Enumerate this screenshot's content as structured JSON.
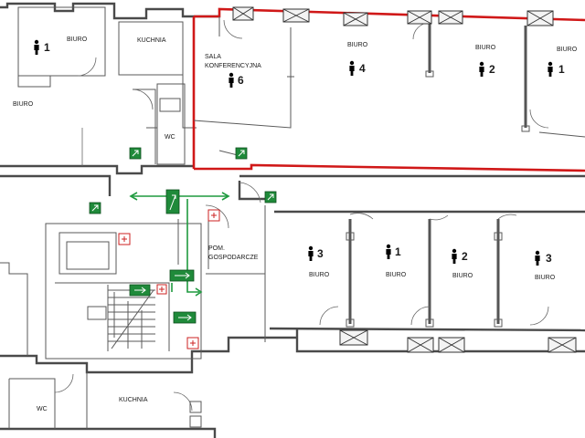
{
  "rooms": {
    "biuro_top_left": {
      "label": "BIURO",
      "count": "1"
    },
    "biuro_left": {
      "label": "BIURO"
    },
    "kuchnia_top": {
      "label": "KUCHNIA"
    },
    "wc_top": {
      "label": "WC"
    },
    "sala": {
      "label_line1": "SALA",
      "label_line2": "KONFERENCYJNA",
      "count": "6"
    },
    "biuro_top_1": {
      "label": "BIURO",
      "count": "4"
    },
    "biuro_top_2": {
      "label": "BIURO",
      "count": "2"
    },
    "biuro_top_3": {
      "label": "BIURO",
      "count": "1"
    },
    "pom": {
      "label_line1": "POM.",
      "label_line2": "GOSPODARCZE"
    },
    "biuro_bot_1": {
      "label": "BIURO",
      "count": "3"
    },
    "biuro_bot_2": {
      "label": "BIURO",
      "count": "1"
    },
    "biuro_bot_3": {
      "label": "BIURO",
      "count": "2"
    },
    "biuro_bot_4": {
      "label": "BIURO",
      "count": "3"
    },
    "wc_bottom": {
      "label": "WC"
    },
    "kuchnia_bottom": {
      "label": "KUCHNIA"
    }
  },
  "colors": {
    "wall": "#4a4a4a",
    "highlight": "#d01818",
    "evacuation": "#1f9a3f",
    "extinguisher": "#cc2222"
  },
  "icons": [
    "person-icon",
    "ventilation-grille-icon",
    "emergency-exit-sign-icon",
    "fire-extinguisher-icon",
    "door-swing-icon"
  ]
}
